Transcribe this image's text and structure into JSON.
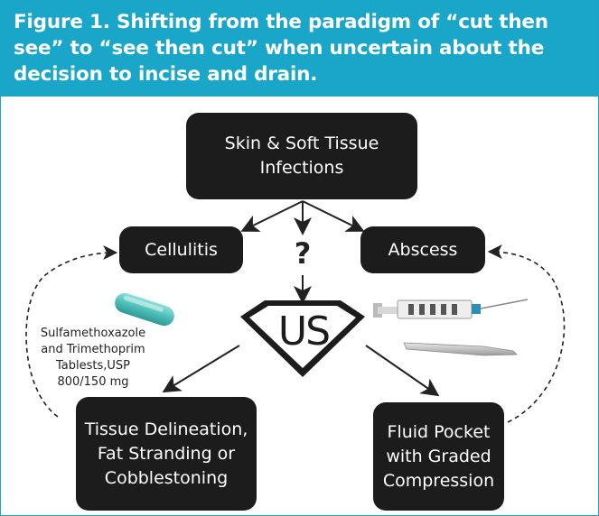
{
  "header": {
    "title": "Figure 1. Shifting from the paradigm of “cut then see” to “see then cut” when uncertain about the decision to incise and drain."
  },
  "nodes": {
    "root": "Skin & Soft Tissue Infections",
    "cellulitis": "Cellulitis",
    "abscess": "Abscess",
    "ultrasound": "US",
    "tissue": "Tissue Delineation, Fat Stranding or Cobblestoning",
    "fluid": "Fluid Pocket with Graded Compression"
  },
  "question_mark": "?",
  "drug": {
    "line1": "Sulfamethoxazole",
    "line2": "and Trimethoprim",
    "line3": "Tablests,USP",
    "line4": "800/150 mg"
  },
  "colors": {
    "header_bg": "#1aa6c8",
    "node_bg": "#1c1c1c",
    "pill": "#5cc9c4"
  },
  "icons": {
    "pill": "pill-icon",
    "syringe": "syringe-icon",
    "scalpel": "scalpel-icon"
  }
}
